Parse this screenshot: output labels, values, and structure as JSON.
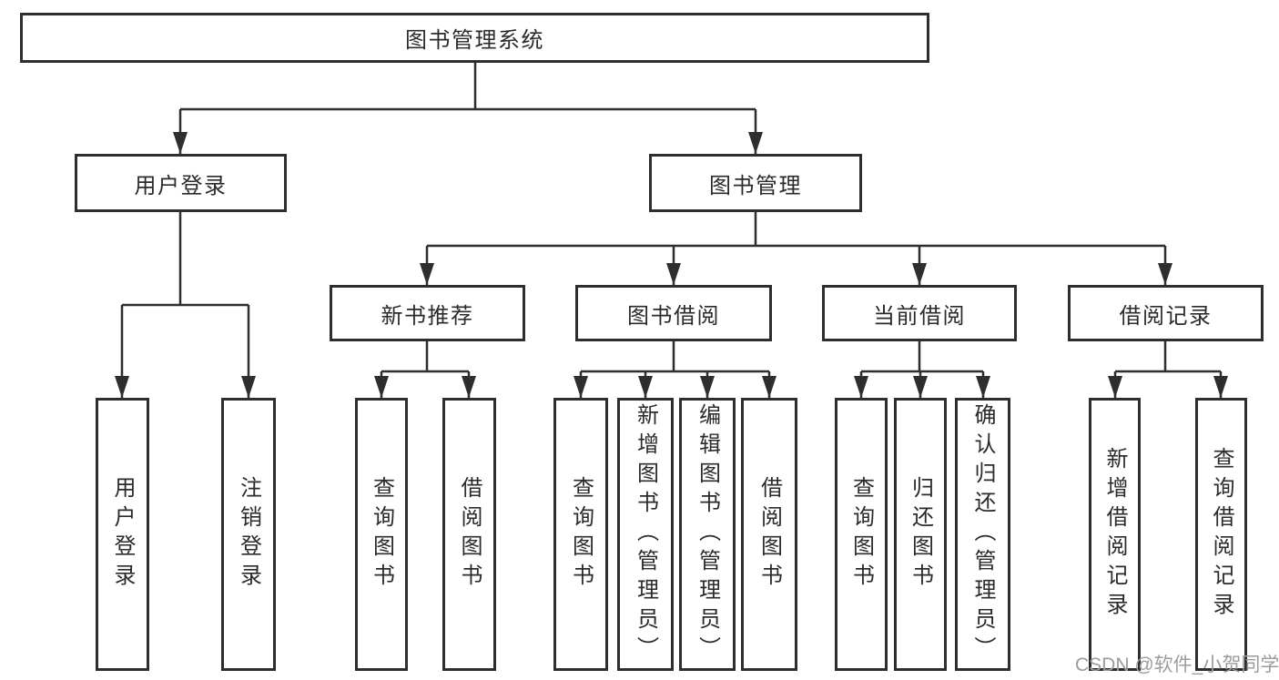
{
  "diagram": {
    "tree": {
      "label": "图书管理系统",
      "children": [
        {
          "label": "用户登录",
          "children": [
            {
              "label": "用户登录"
            },
            {
              "label": "注销登录"
            }
          ]
        },
        {
          "label": "图书管理",
          "children": [
            {
              "label": "新书推荐",
              "children": [
                {
                  "label": "查询图书"
                },
                {
                  "label": "借阅图书"
                }
              ]
            },
            {
              "label": "图书借阅",
              "children": [
                {
                  "label": "查询图书"
                },
                {
                  "label": "新增图书（管理员）"
                },
                {
                  "label": "编辑图书（管理员）"
                },
                {
                  "label": "借阅图书"
                }
              ]
            },
            {
              "label": "当前借阅",
              "children": [
                {
                  "label": "查询图书"
                },
                {
                  "label": "归还图书"
                },
                {
                  "label": "确认归还（管理员）"
                }
              ]
            },
            {
              "label": "借阅记录",
              "children": [
                {
                  "label": "新增借阅记录"
                },
                {
                  "label": "查询借阅记录"
                }
              ]
            }
          ]
        }
      ]
    },
    "watermark": "CSDN @软件_小贺同学",
    "colors": {
      "line": "#2e2e2e",
      "text": "#2b2b2b",
      "watermark": "#9c9c9c",
      "background": "#ffffff"
    }
  }
}
